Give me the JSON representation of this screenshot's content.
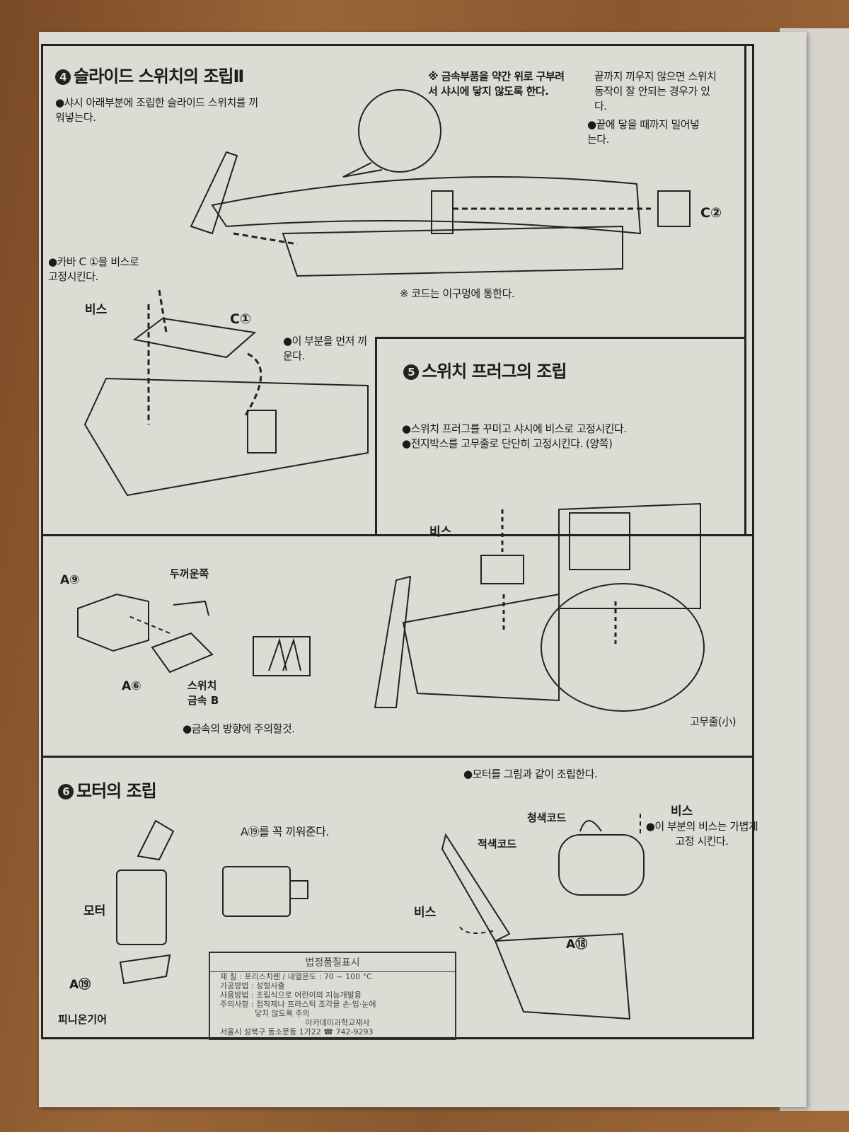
{
  "section4": {
    "number": "4",
    "title": "슬라이드 스위치의 조립Ⅱ",
    "instruction": "●샤시 아래부분에 조립한 슬라이드 스위치를 끼워넣는다.",
    "note_metal": "※ 금속부품을 약간 위로 구부려서 샤시에 닿지 않도록 한다.",
    "note_end": "끝까지 끼우지 않으면 스위치 동작이 잘 안되는 경우가 있다.",
    "note_push": "●끝에 닿을 때까지 밀어넣는다.",
    "label_c2": "C②",
    "note_cord": "※ 코드는 이구멍에 통한다.",
    "instruction_cover": "●카바 C ①을 비스로 고정시킨다.",
    "label_screw": "비스",
    "label_c1": "C①",
    "note_first": "●이 부분을 먼저 끼운다."
  },
  "section5": {
    "number": "5",
    "title": "스위치 프러그의 조립",
    "instruction1": "●스위치 프러그를 꾸미고 샤시에 비스로 고정시킨다.",
    "instruction2": "●전지박스를 고무줄로 단단히 고정시킨다. (양쪽)",
    "label_screw": "비스",
    "label_rubber": "고무줄(小)"
  },
  "switch_parts": {
    "label_a9": "A⑨",
    "label_thick": "두꺼운쪽",
    "label_a6": "A⑥",
    "label_metal": "스위치 금속 B",
    "note": "●금속의 방향에 주의할것."
  },
  "section6": {
    "number": "6",
    "title": "모터의 조립",
    "instruction": "●모터를 그림과 같이 조립한다.",
    "note_a19": "A⑲를 꼭 끼워준다.",
    "label_motor": "모터",
    "label_a19": "A⑲",
    "label_pinion": "피니온기어",
    "label_blue": "청색코드",
    "label_red": "적색코드",
    "label_screw_top": "비스",
    "note_screw": "●이 부분의 비스는 가볍게 고정 시킨다.",
    "label_screw_left": "비스",
    "label_a18": "A⑱"
  },
  "quality_label": {
    "heading": "법정품질표시",
    "rows": [
      "재      질 : 포리스치렌 / 내열온도 : 70 ~ 100 °C",
      "가공방법 : 성형사출",
      "사용방법 : 조립식으로 어린이의 지능개발용",
      "주의사항 : 접착제나 프라스틱 조각을 손·입·눈에",
      "              닿지 않도록 주의",
      "아카데미과학교재사",
      "서울시 성북구 동소문동 1가22 ☎ 742-9293"
    ]
  }
}
